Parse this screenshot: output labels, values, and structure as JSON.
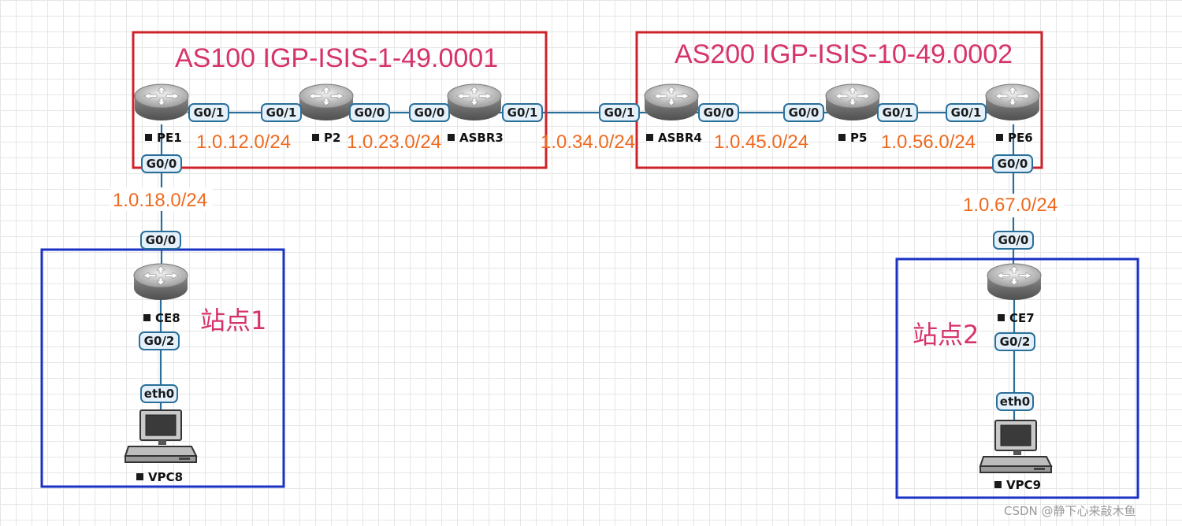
{
  "regions": {
    "as100": {
      "title": "AS100 IGP-ISIS-1-49.0001"
    },
    "as200": {
      "title": "AS200 IGP-ISIS-10-49.0002"
    },
    "site1": {
      "title": "站点1"
    },
    "site2": {
      "title": "站点2"
    }
  },
  "devices": {
    "pe1": {
      "label": "PE1",
      "icon": "router-icon"
    },
    "p2": {
      "label": "P2",
      "icon": "router-icon"
    },
    "asbr3": {
      "label": "ASBR3",
      "icon": "router-icon"
    },
    "asbr4": {
      "label": "ASBR4",
      "icon": "router-icon"
    },
    "p5": {
      "label": "P5",
      "icon": "router-icon"
    },
    "pe6": {
      "label": "PE6",
      "icon": "router-icon"
    },
    "ce8": {
      "label": "CE8",
      "icon": "router-icon"
    },
    "ce7": {
      "label": "CE7",
      "icon": "router-icon"
    },
    "vpc8": {
      "label": "VPC8",
      "icon": "pc-icon"
    },
    "vpc9": {
      "label": "VPC9",
      "icon": "pc-icon"
    }
  },
  "ports": {
    "pe1_g01": "G0/1",
    "p2_g01": "G0/1",
    "p2_g00": "G0/0",
    "asbr3_g00": "G0/0",
    "asbr3_g01": "G0/1",
    "asbr4_g01": "G0/1",
    "asbr4_g00": "G0/0",
    "p5_g00": "G0/0",
    "p5_g01": "G0/1",
    "pe6_g01": "G0/1",
    "pe1_g00": "G0/0",
    "ce8_g00": "G0/0",
    "ce8_g02": "G0/2",
    "vpc8_eth0": "eth0",
    "pe6_g00": "G0/0",
    "ce7_g00": "G0/0",
    "ce7_g02": "G0/2",
    "vpc9_eth0": "eth0"
  },
  "subnets": {
    "pe1_p2": "1.0.12.0/24",
    "p2_asbr3": "1.0.23.0/24",
    "asbr3_asbr4": "1.0.34.0/24",
    "asbr4_p5": "1.0.45.0/24",
    "p5_pe6": "1.0.56.0/24",
    "pe1_ce8": "1.0.18.0/24",
    "pe6_ce7": "1.0.67.0/24"
  },
  "watermark": "CSDN @静下心来敲木鱼",
  "colors": {
    "as_border": "#d0212b",
    "site_border": "#1a32c4",
    "link": "#2a6f9a",
    "title": "#d6336c",
    "subnet": "#ee6a1f"
  }
}
